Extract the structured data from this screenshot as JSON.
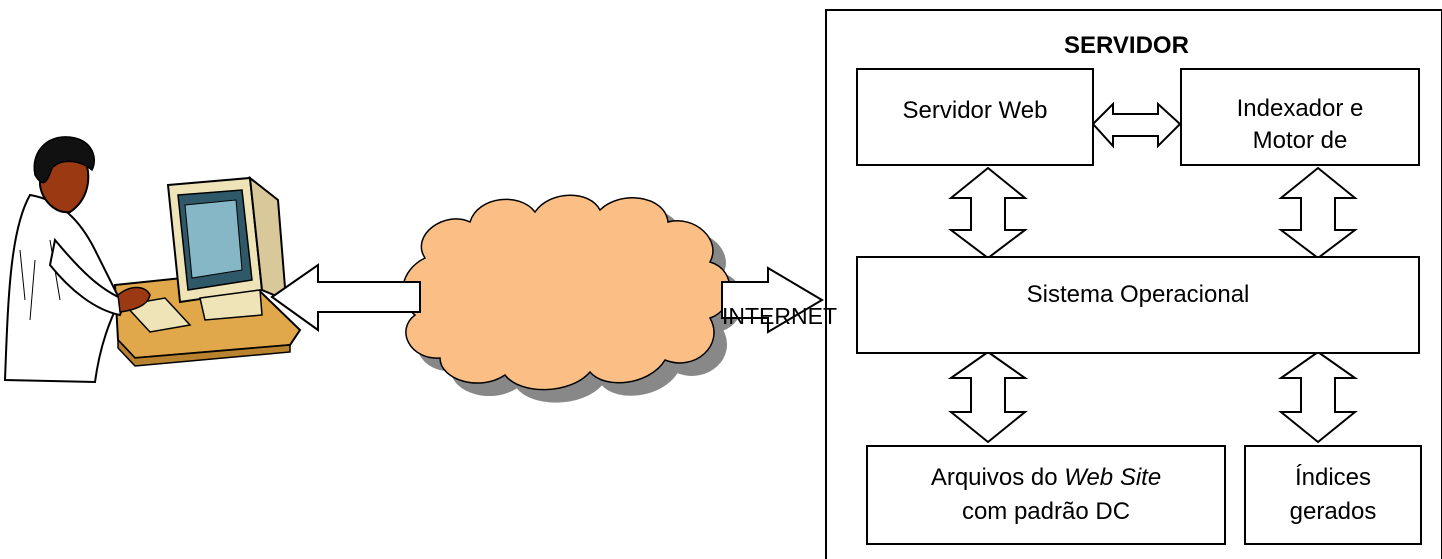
{
  "server": {
    "title": "SERVIDOR",
    "web_server": "Servidor Web",
    "indexer_line1": "Indexador e",
    "indexer_line2": "Motor de",
    "os": "Sistema Operacional",
    "files_line1_a": "Arquivos do ",
    "files_line1_b": "Web Site",
    "files_line2": "com padrão DC",
    "indices_line1": "Índices",
    "indices_line2": "gerados"
  },
  "network": {
    "label": "INTERNET"
  },
  "icons": [
    "user-at-computer-icon",
    "cloud-icon"
  ]
}
